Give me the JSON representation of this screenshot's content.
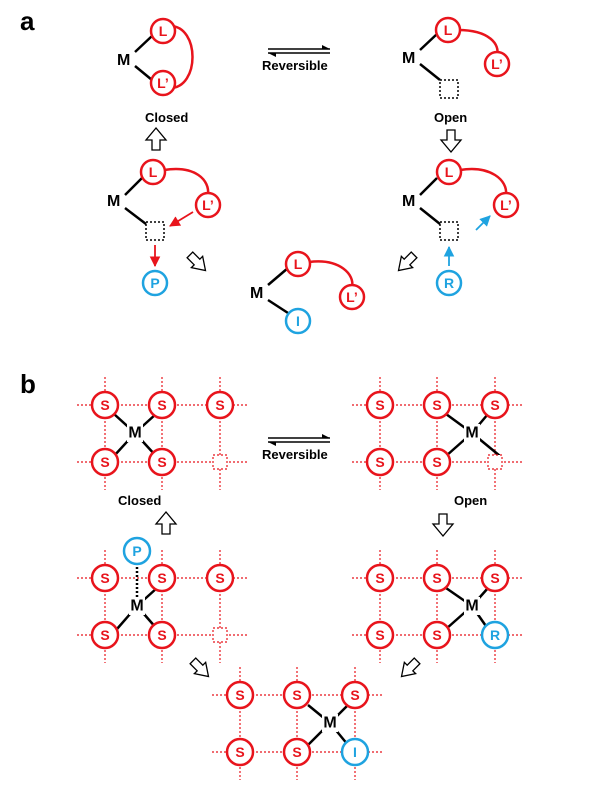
{
  "panel_a": {
    "label": "a",
    "reversible_label": "Reversible",
    "closed_label": "Closed",
    "open_label": "Open",
    "metal": "M",
    "ligand_L": "L",
    "ligand_Lp": "L’",
    "product": "P",
    "reactant": "R",
    "inhibitor": "I"
  },
  "panel_b": {
    "label": "b",
    "reversible_label": "Reversible",
    "closed_label": "Closed",
    "open_label": "Open",
    "metal": "M",
    "site": "S",
    "product": "P",
    "reactant": "R",
    "inhibitor": "I"
  },
  "colors": {
    "red": "#e8141c",
    "blue": "#1fa3e0",
    "black": "#000000"
  }
}
